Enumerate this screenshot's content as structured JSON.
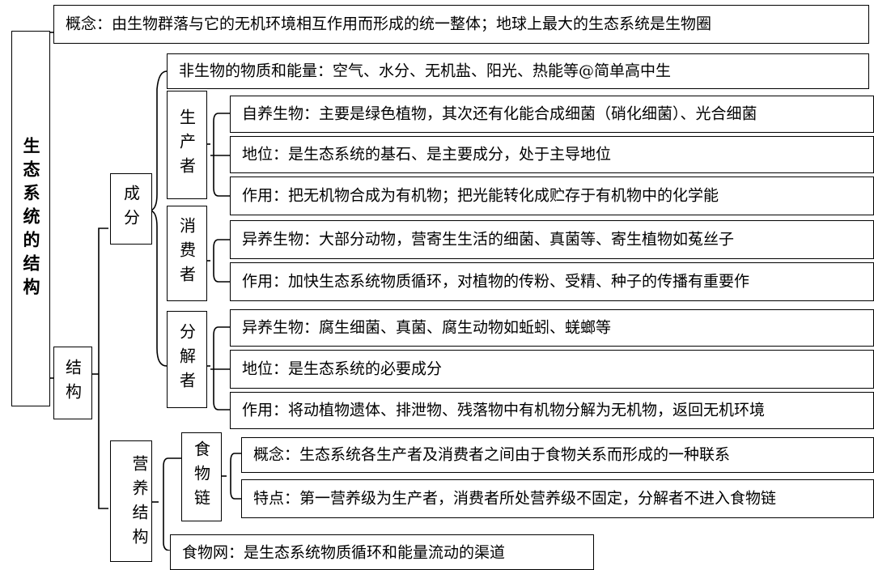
{
  "root": {
    "label": "生态系统的结构"
  },
  "concept": "概念：由生物群落与它的无机环境相互作用而形成的统一整体；地球上最大的生态系统是生物圈",
  "structure": {
    "label": "结构"
  },
  "components": {
    "label": "成分",
    "abiotic": "非生物的物质和能量：空气、水分、无机盐、阳光、热能等@简单高中生",
    "producer": {
      "label": "生产者",
      "items": [
        "自养生物：主要是绿色植物，其次还有化能合成细菌（硝化细菌）、光合细菌",
        "地位：是生态系统的基石、是主要成分，处于主导地位",
        "作用：把无机物合成为有机物；把光能转化成贮存于有机物中的化学能"
      ]
    },
    "consumer": {
      "label": "消费者",
      "items": [
        "异养生物：大部分动物，营寄生生活的细菌、真菌等、寄生植物如菟丝子",
        "作用：加快生态系统物质循环，对植物的传粉、受精、种子的传播有重要作"
      ]
    },
    "decomposer": {
      "label": "分解者",
      "items": [
        "异养生物：腐生细菌、真菌、腐生动物如蚯蚓、蜣螂等",
        "地位：是生态系统的必要成分",
        "作用：将动植物遗体、排泄物、残落物中有机物分解为无机物，返回无机环境"
      ]
    }
  },
  "trophic": {
    "label": "营养结构",
    "food_chain": {
      "label": "食物链",
      "items": [
        "概念：生态系统各生产者及消费者之间由于食物关系而形成的一种联系",
        "特点：第一营养级为生产者，消费者所处营养级不固定，分解者不进入食物链"
      ]
    },
    "food_web": "食物网：是生态系统物质循环和能量流动的渠道"
  }
}
